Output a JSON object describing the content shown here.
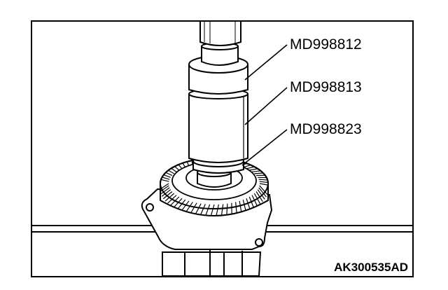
{
  "callouts": [
    {
      "label": "MD998812"
    },
    {
      "label": "MD998813"
    },
    {
      "label": "MD998823"
    }
  ],
  "figure_code": "AK300535AD",
  "colors": {
    "line": "#000000",
    "background": "#ffffff"
  }
}
